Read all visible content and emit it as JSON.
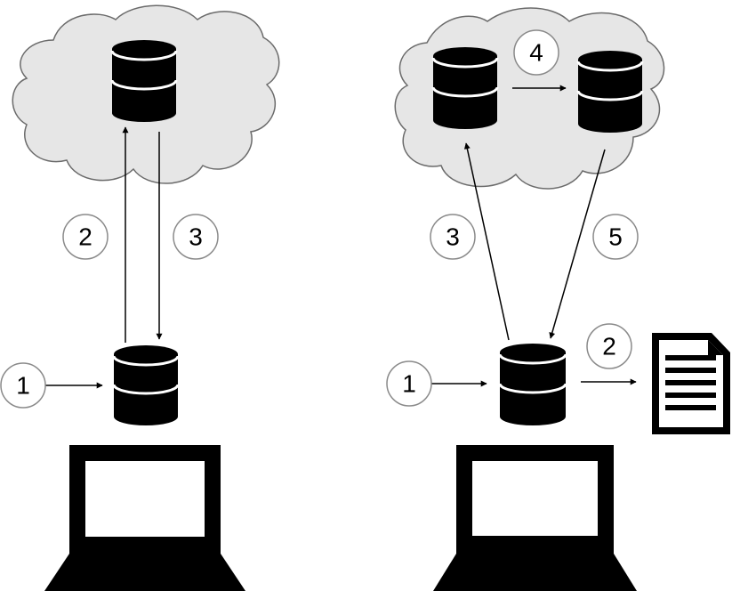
{
  "colors": {
    "cloud_fill": "#e6e6e6",
    "cloud_stroke": "#6b6b6b",
    "ink": "#000000",
    "circle_stroke": "#8a8a8a",
    "background": "#ffffff"
  },
  "icons": {
    "database": "database-icon",
    "laptop": "laptop-icon",
    "cloud": "cloud-icon",
    "document": "document-icon"
  },
  "left": {
    "steps": {
      "one": "1",
      "two": "2",
      "three": "3"
    }
  },
  "right": {
    "steps": {
      "one": "1",
      "two": "2",
      "three": "3",
      "four": "4",
      "five": "5"
    }
  }
}
